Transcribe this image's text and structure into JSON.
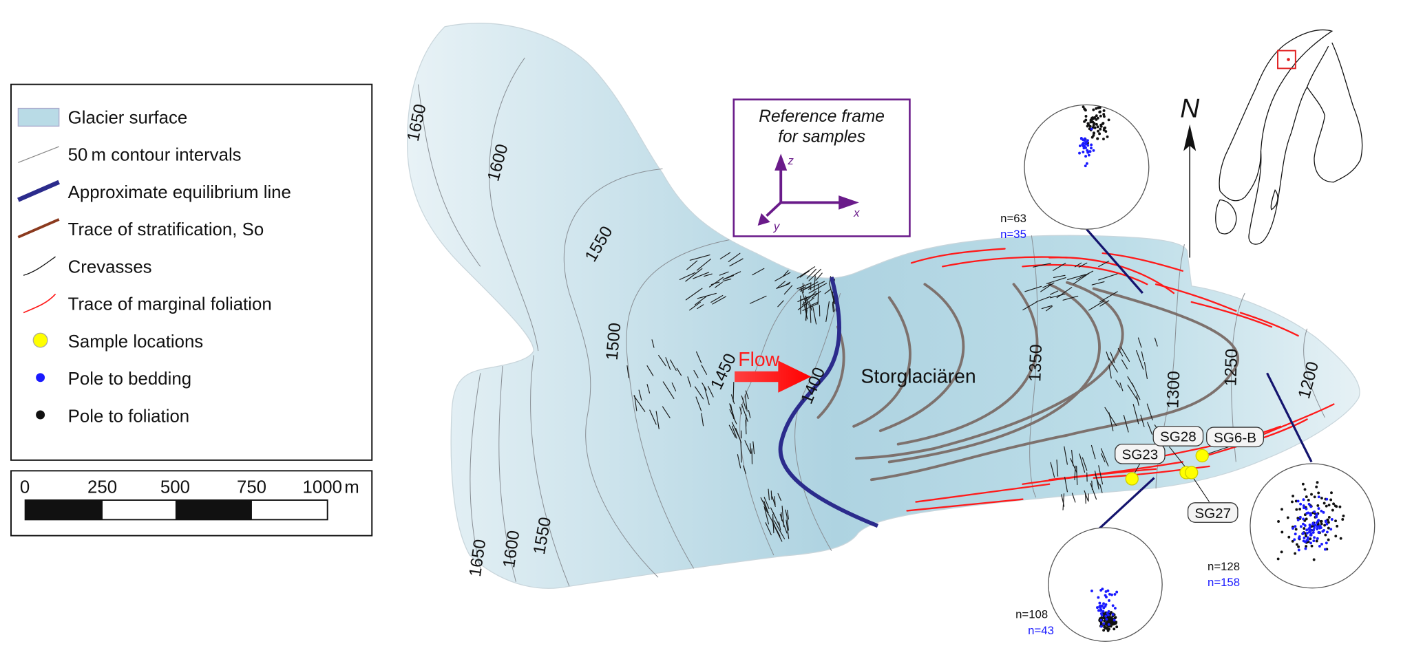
{
  "legend": {
    "items": [
      {
        "label": "Glacier surface",
        "symbol": "fill-box",
        "color": "#b9dbe6"
      },
      {
        "label": "50 m contour intervals",
        "symbol": "thin-line",
        "color": "#8a8a8a"
      },
      {
        "label": "Approximate equilibrium line",
        "symbol": "thick-line",
        "color": "#2b2b8c"
      },
      {
        "label": "Trace of stratification, So",
        "symbol": "line",
        "color": "#8b3a1e"
      },
      {
        "label": "Crevasses",
        "symbol": "thin-curve",
        "color": "#111111"
      },
      {
        "label": "Trace of marginal foliation",
        "symbol": "thin-curve",
        "color": "#ff1a1a"
      },
      {
        "label": "Sample locations",
        "symbol": "circle",
        "color": "#ffff00"
      },
      {
        "label": "Pole to bedding",
        "symbol": "dot",
        "color": "#1a1aff"
      },
      {
        "label": "Pole to foliation",
        "symbol": "dot",
        "color": "#111111"
      }
    ]
  },
  "scale_bar": {
    "labels": [
      "0",
      "250",
      "500",
      "750",
      "1000",
      "m"
    ]
  },
  "reference_frame": {
    "title_line1": "Reference frame",
    "title_line2": "for samples",
    "axis_x": "x",
    "axis_y": "y",
    "axis_z": "z",
    "color": "#6a1b8a"
  },
  "map": {
    "glacier_name": "Storglaciären",
    "flow_label": "Flow",
    "contours": [
      "1650",
      "1600",
      "1550",
      "1500",
      "1450",
      "1400",
      "1350",
      "1300",
      "1250",
      "1200",
      "1650",
      "1600",
      "1550"
    ],
    "samples": [
      "SG23",
      "SG28",
      "SG6-B",
      "SG27"
    ],
    "north_label": "N"
  },
  "stereonets": [
    {
      "foliation_n": "n=63",
      "bedding_n": "n=35"
    },
    {
      "foliation_n": "n=108",
      "bedding_n": "n=43"
    },
    {
      "foliation_n": "n=128",
      "bedding_n": "n=158"
    }
  ],
  "colors": {
    "glacier": "#b9dbe6",
    "equilibrium": "#2b2b8c",
    "foliation": "#ff1a1a",
    "sample": "#ffff00",
    "bedding": "#1a1aff",
    "pole_foliation": "#111111",
    "stratification": "#7d716d"
  }
}
